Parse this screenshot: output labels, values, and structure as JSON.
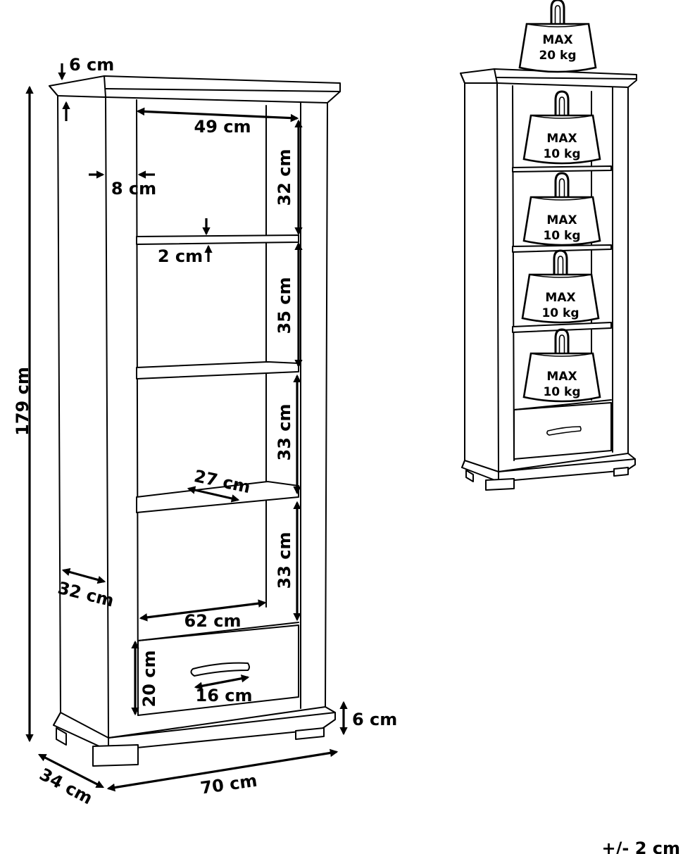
{
  "dimensions": {
    "top_thickness": "6 cm",
    "total_height": "179 cm",
    "inner_width": "49 cm",
    "side_thickness": "8 cm",
    "shelf_thickness": "2 cm",
    "gap_1": "32 cm",
    "gap_2": "35 cm",
    "gap_3": "33 cm",
    "gap_4": "33 cm",
    "shelf_depth": "27 cm",
    "side_depth": "32 cm",
    "drawer_width": "62 cm",
    "drawer_height": "20 cm",
    "handle_width": "16 cm",
    "base_height": "6 cm",
    "total_depth": "34 cm",
    "total_width": "70 cm",
    "tolerance": "+/- 2 cm"
  },
  "load_limits": {
    "top": {
      "line1": "MAX",
      "line2": "20 kg"
    },
    "shelves": [
      {
        "line1": "MAX",
        "line2": "10 kg"
      },
      {
        "line1": "MAX",
        "line2": "10 kg"
      },
      {
        "line1": "MAX",
        "line2": "10 kg"
      },
      {
        "line1": "MAX",
        "line2": "10 kg"
      }
    ]
  }
}
